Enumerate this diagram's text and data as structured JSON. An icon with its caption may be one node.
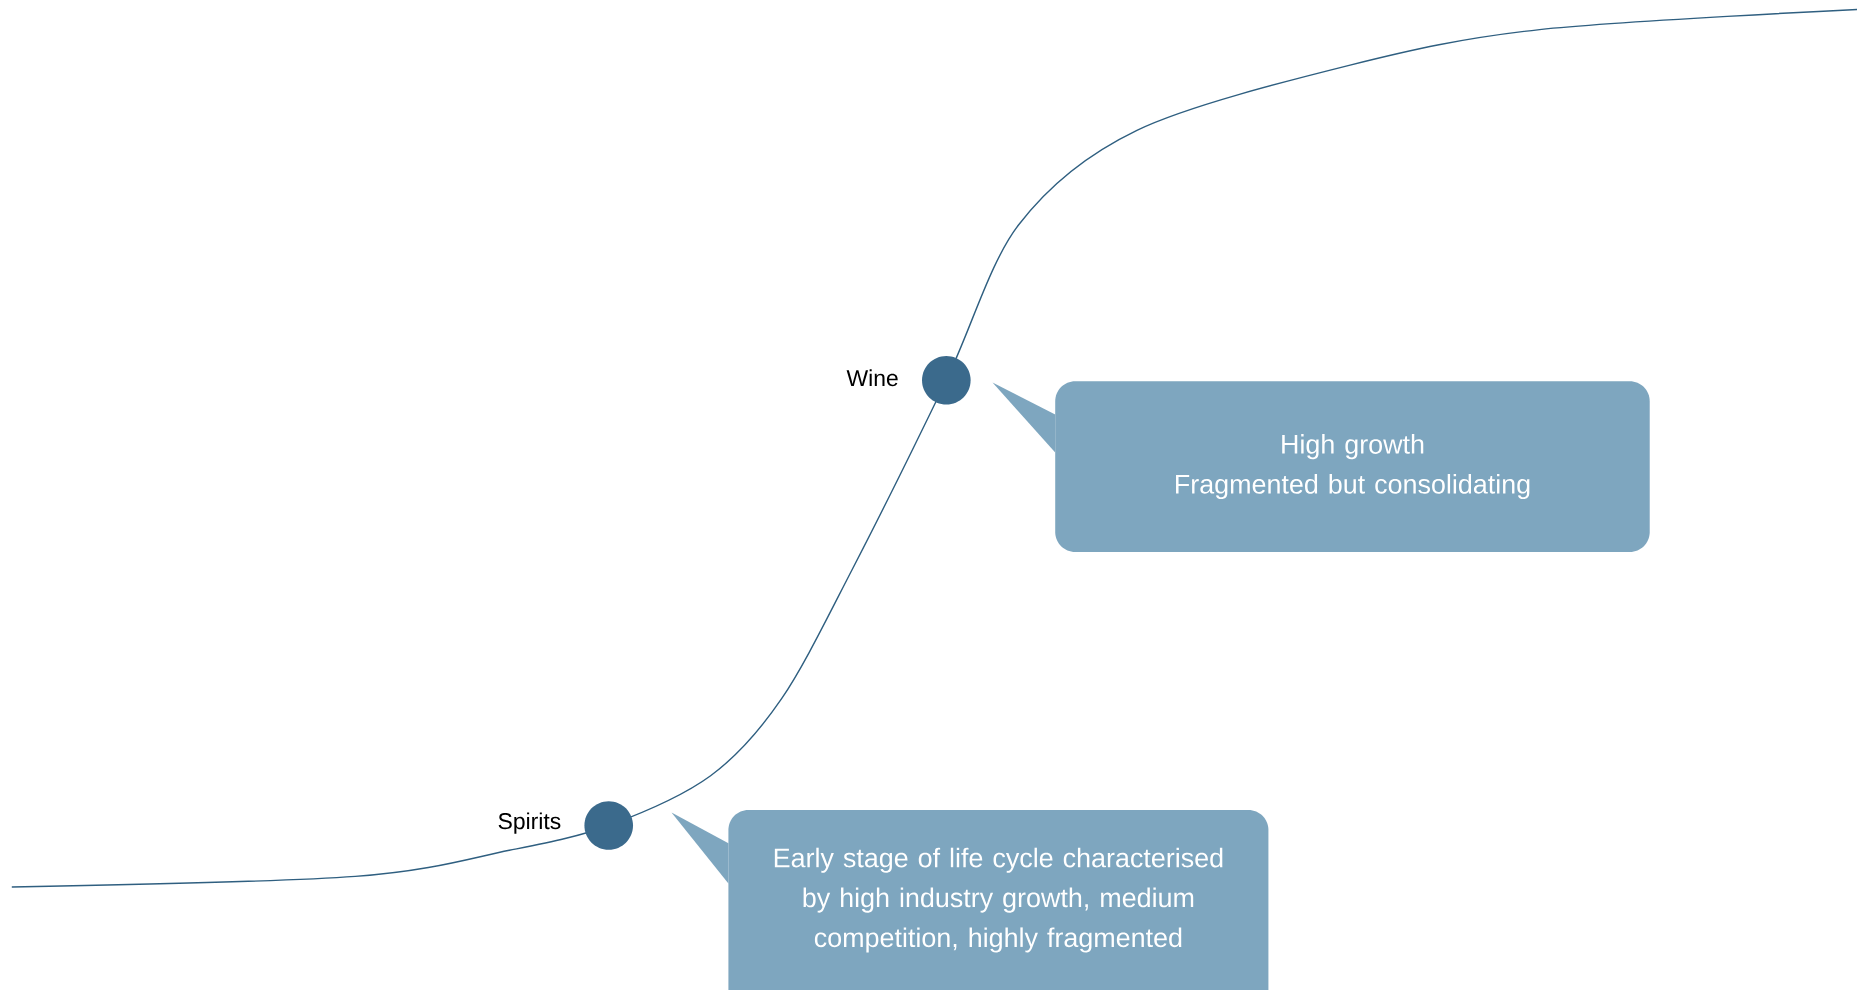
{
  "diagram": {
    "nodes": [
      {
        "text": [],
        "shape": "circle",
        "beside": [
          "Wine"
        ]
      },
      {
        "text": [
          "High growth",
          "Fragmented but consolidating"
        ]
      },
      {
        "text": [],
        "shape": "circle",
        "beside": [
          "Spirits"
        ]
      },
      {
        "text": [
          "Early stage of life cycle characterised by high industry growth, medium competition, highly fragmented"
        ]
      }
    ]
  }
}
